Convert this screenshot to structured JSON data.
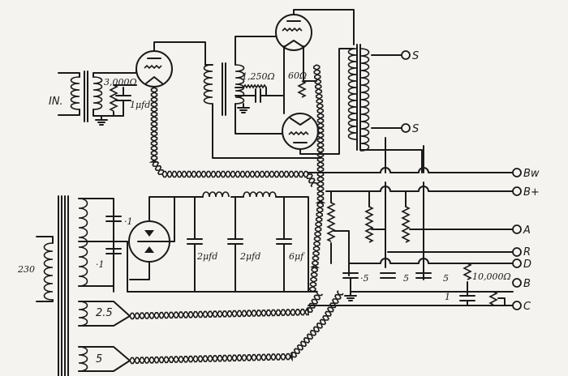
{
  "diagram": {
    "type": "schematic",
    "description_labels": {
      "input": "IN.",
      "grid_resistor": "3,000Ω",
      "grid_capacitor": "1μfd",
      "bias_resistor": "1,250Ω",
      "hum_resistor": "60Ω",
      "primary_voltage": "230",
      "filament_winding_1": "2.5",
      "filament_winding_2": "5",
      "bypass_cap_1": "·1",
      "bypass_cap_2": "·1",
      "filter_cap_1": "2μfd",
      "filter_cap_2": "2μfd",
      "filter_cap_3": "6μf",
      "divider_cap_1": "·5",
      "divider_cap_2": "5",
      "divider_cap_3": "5",
      "divider_resistor": "10,000Ω",
      "output_cap": "1"
    },
    "terminals": {
      "speaker_1": "S",
      "speaker_2": "S",
      "b_w": "Bw",
      "b_plus": "B+",
      "a": "A",
      "r": "R",
      "d": "D",
      "b": "B",
      "c": "C"
    }
  }
}
